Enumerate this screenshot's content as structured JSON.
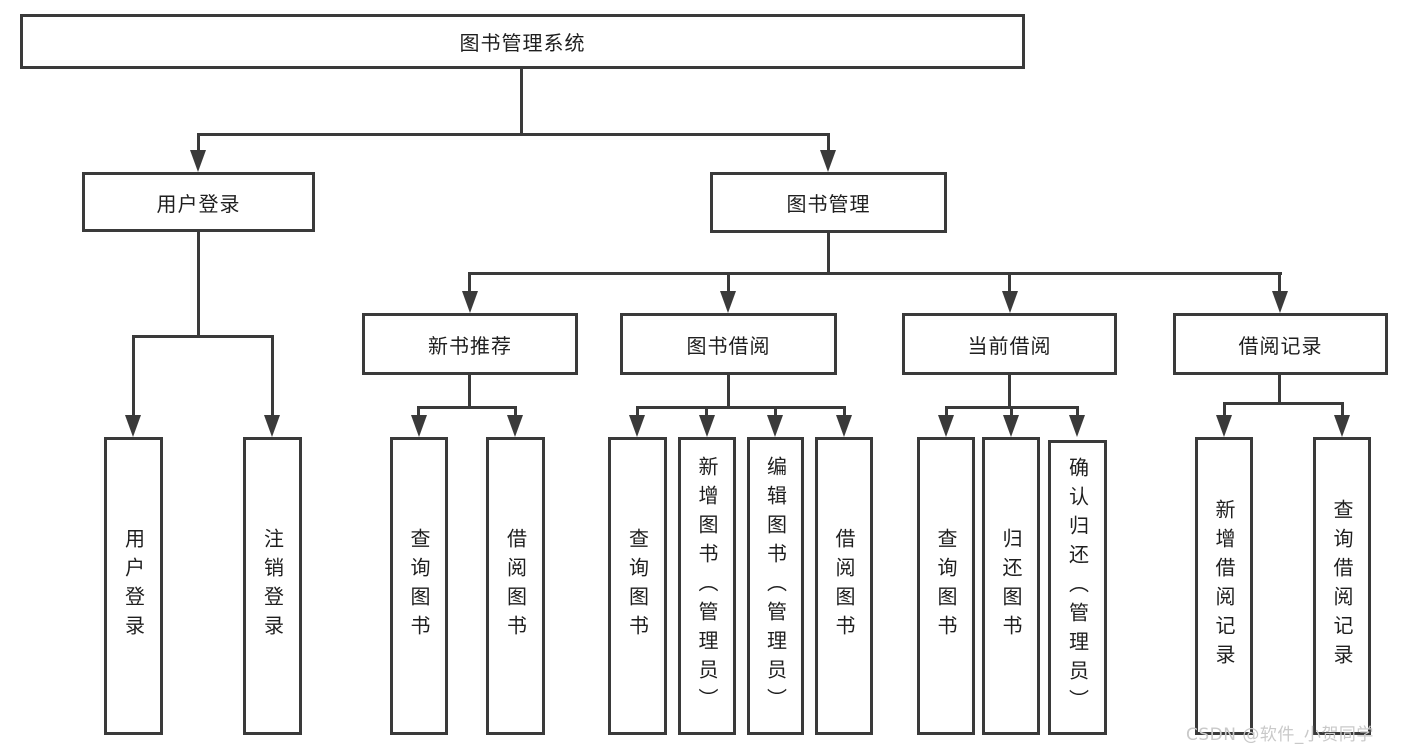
{
  "title": "图书管理系统",
  "tree": {
    "root": {
      "label": "图书管理系统"
    },
    "branches": {
      "user_login": {
        "label": "用户登录",
        "children": {
          "login": {
            "label": "用户登录"
          },
          "logout": {
            "label": "注销登录"
          }
        }
      },
      "book_mgmt": {
        "label": "图书管理",
        "children": {
          "new_books": {
            "label": "新书推荐",
            "children": {
              "query": {
                "label": "查询图书"
              },
              "borrow": {
                "label": "借阅图书"
              }
            }
          },
          "book_borrow": {
            "label": "图书借阅",
            "children": {
              "query": {
                "label": "查询图书"
              },
              "add": {
                "label": "新增图书（管理员）"
              },
              "edit": {
                "label": "编辑图书（管理员）"
              },
              "borrow": {
                "label": "借阅图书"
              }
            }
          },
          "current_borrow": {
            "label": "当前借阅",
            "children": {
              "query": {
                "label": "查询图书"
              },
              "return": {
                "label": "归还图书"
              },
              "confirm": {
                "label": "确认归还（管理员）"
              }
            }
          },
          "borrow_records": {
            "label": "借阅记录",
            "children": {
              "add": {
                "label": "新增借阅记录"
              },
              "query": {
                "label": "查询借阅记录"
              }
            }
          }
        }
      }
    }
  },
  "watermark": "CSDN @软件_小贺同学",
  "colors": {
    "line": "#3a3a3a",
    "text": "#1f1f1f",
    "box_background": "#ffffff",
    "watermark": "#c9c9c9",
    "background": "#ffffff"
  }
}
